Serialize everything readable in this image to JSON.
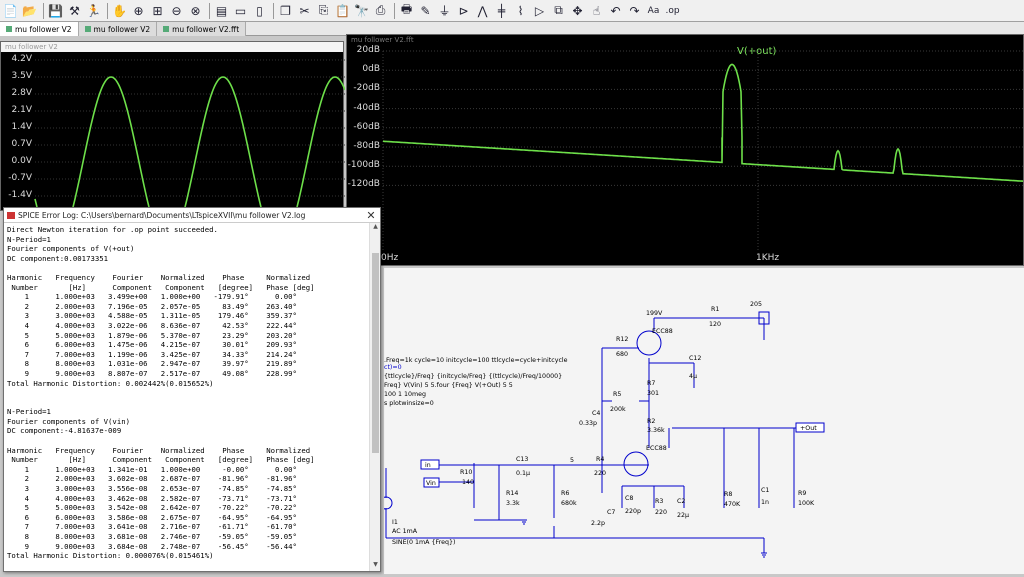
{
  "toolbar": {
    "icons": [
      "open-icon",
      "open-folder-icon",
      "save-icon",
      "control-panel-icon",
      "run-icon",
      "halt-icon",
      "zoom-in-icon",
      "zoom-fit-icon",
      "zoom-out-icon",
      "zoom-cancel-icon",
      "autorange-icon",
      "tile-horizontal-icon",
      "tile-vertical-icon",
      "cascade-icon",
      "cut-icon",
      "copy-icon",
      "paste-icon",
      "find-icon",
      "print-icon",
      "print-preview-icon",
      "pencil-icon",
      "ground-icon",
      "wire-label-icon",
      "resistor-icon",
      "capacitor-icon",
      "inductor-icon",
      "diode-icon",
      "component-icon",
      "move-icon",
      "drag-icon",
      "undo-icon",
      "redo-icon",
      "text-icon",
      "spice-directive-icon"
    ],
    "text_label": "Aa",
    "op_label": ".op"
  },
  "tabs": [
    {
      "label": "mu follower V2"
    },
    {
      "label": "mu follower V2"
    },
    {
      "label": "mu follower V2.fft"
    }
  ],
  "time_plot": {
    "title": "mu follower V2",
    "y_ticks": [
      "4.2V",
      "3.5V",
      "2.8V",
      "2.1V",
      "1.4V",
      "0.7V",
      "0.0V",
      "-0.7V",
      "-1.4V"
    ]
  },
  "fft_plot": {
    "title": "mu follower V2.fft",
    "trace_name": "V(+out)",
    "y_ticks": [
      "20dB",
      "0dB",
      "-20dB",
      "-40dB",
      "-60dB",
      "-80dB",
      "-100dB",
      "-120dB"
    ],
    "x_ticks": [
      "0Hz",
      "1KHz"
    ]
  },
  "error_log": {
    "title": "SPICE Error Log: C:\\Users\\bernard\\Documents\\LTspiceXVII\\mu follower V2.log",
    "lines": [
      "Direct Newton iteration for .op point succeeded.",
      "N-Period=1",
      "Fourier components of V(+out)",
      "DC component:0.00173351",
      "",
      "Harmonic   Frequency    Fourier    Normalized    Phase     Normalized",
      " Number       [Hz]      Component   Component   [degree]   Phase [deg]",
      "    1      1.000e+03   3.499e+00   1.000e+00   -179.91°      0.00°",
      "    2      2.000e+03   7.196e-05   2.057e-05     83.49°    263.40°",
      "    3      3.000e+03   4.588e-05   1.311e-05    179.46°    359.37°",
      "    4      4.000e+03   3.022e-06   8.636e-07     42.53°    222.44°",
      "    5      5.000e+03   1.879e-06   5.370e-07     23.29°    203.20°",
      "    6      6.000e+03   1.475e-06   4.215e-07     30.01°    209.93°",
      "    7      7.000e+03   1.199e-06   3.425e-07     34.33°    214.24°",
      "    8      8.000e+03   1.031e-06   2.947e-07     39.97°    219.89°",
      "    9      9.000e+03   8.807e-07   2.517e-07     49.08°    228.99°",
      "Total Harmonic Distortion: 0.002442%(0.015652%)",
      "",
      "",
      "N-Period=1",
      "Fourier components of V(vin)",
      "DC component:-4.81637e-009",
      "",
      "Harmonic   Frequency    Fourier    Normalized    Phase     Normalized",
      " Number       [Hz]      Component   Component   [degree]   Phase [deg]",
      "    1      1.000e+03   1.341e-01   1.000e+00     -0.00°      0.00°",
      "    2      2.000e+03   3.602e-08   2.687e-07    -81.96°    -81.96°",
      "    3      3.000e+03   3.556e-08   2.653e-07    -74.85°    -74.85°",
      "    4      4.000e+03   3.462e-08   2.582e-07    -73.71°    -73.71°",
      "    5      5.000e+03   3.542e-08   2.642e-07    -70.22°    -70.22°",
      "    6      6.000e+03   3.586e-08   2.675e-07    -64.95°    -64.95°",
      "    7      7.000e+03   3.641e-08   2.716e-07    -61.71°    -61.70°",
      "    8      8.000e+03   3.681e-08   2.746e-07    -59.05°    -59.05°",
      "    9      9.000e+03   3.684e-08   2.748e-07    -56.45°    -56.44°",
      "Total Harmonic Distortion: 0.000076%(0.015461%)"
    ]
  },
  "schematic": {
    "directives": [
      ".Freq=1k cycle=10 initcycle=100 ttlcycle=cycle+initcycle",
      "{ttlcycle}/Freq} {initcycle/Freq} {(ttlcycle)/Freq/10000}",
      "Freq} V(Vin) 5 5.four {Freq} V(+Out) 5 5",
      "100 1 10meg",
      "s plotwinsize=0"
    ],
    "directive_prefix": "ct)=0",
    "labels": {
      "supply_v": "199V",
      "r1": "R1",
      "r1v": "120",
      "v205": "205",
      "r12": "R12",
      "r12v": "680",
      "ecc88_top": "ECC88",
      "c12": "C12",
      "c12v": "4µ",
      "r7": "R7",
      "r7v": "301",
      "r5": "R5",
      "r5v": "200k",
      "c4": "C4",
      "c4v": "0.33p",
      "r2": "R2",
      "r2v": "3.36k",
      "out": "+Out",
      "in": "in",
      "vin": "Vin",
      "r10": "R10",
      "r10v": "140",
      "c13": "C13",
      "c13v": "0.1µ",
      "node5": "5",
      "r4": "R4",
      "r4v": "220",
      "ecc88_bot": "ECC88",
      "r14": "R14",
      "r14v": "3.3k",
      "r6": "R6",
      "r6v": "680k",
      "c8": "C8",
      "c8v": "220p",
      "c7": "C7",
      "c7v": "2.2p",
      "r3": "R3",
      "r3v": "220",
      "c2": "C2",
      "c2v": "22µ",
      "r8": "R8",
      "r8v": "470K",
      "c1": "C1",
      "c1v": "1n",
      "r9": "R9",
      "r9v": "100K",
      "i1": "I1",
      "i1v": "AC 1mA",
      "sine": "SINE(0 1mA {Freq})"
    }
  }
}
